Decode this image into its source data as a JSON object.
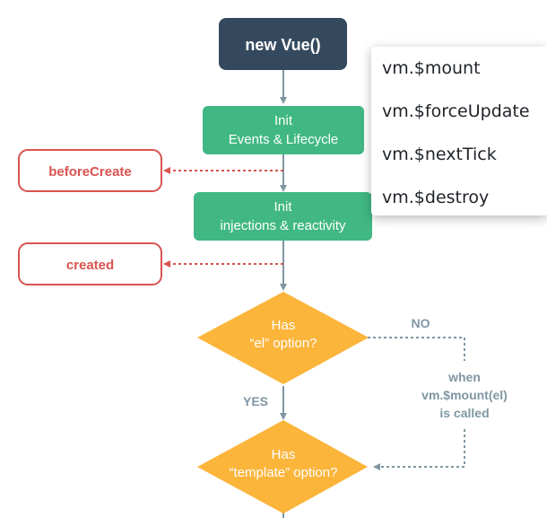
{
  "flowchart": {
    "start": "new Vue()",
    "init_events": {
      "line1": "Init",
      "line2": "Events & Lifecycle"
    },
    "before_create": "beforeCreate",
    "init_injections": {
      "line1": "Init",
      "line2": "injections & reactivity"
    },
    "created": "created",
    "has_el": {
      "line1": "Has",
      "line2": "“el” option?"
    },
    "no_label": "NO",
    "yes_label": "YES",
    "when_mount": {
      "line1": "when",
      "line2": "vm.$mount(el)",
      "line3": "is called"
    },
    "has_template": {
      "line1": "Has",
      "line2": "“template” option?"
    }
  },
  "popup_menu": {
    "items": [
      {
        "label": "vm.$mount"
      },
      {
        "label": "vm.$forceUpdate"
      },
      {
        "label": "vm.$nextTick"
      },
      {
        "label": "vm.$destroy"
      }
    ]
  },
  "colors": {
    "start_node": "#35495e",
    "init_node": "#41b883",
    "hook_border": "#d9534f",
    "hook_text": "#d9534f",
    "decision": "#fbb53b",
    "connector": "#7f96a3",
    "label_text": "#7f96a3"
  }
}
